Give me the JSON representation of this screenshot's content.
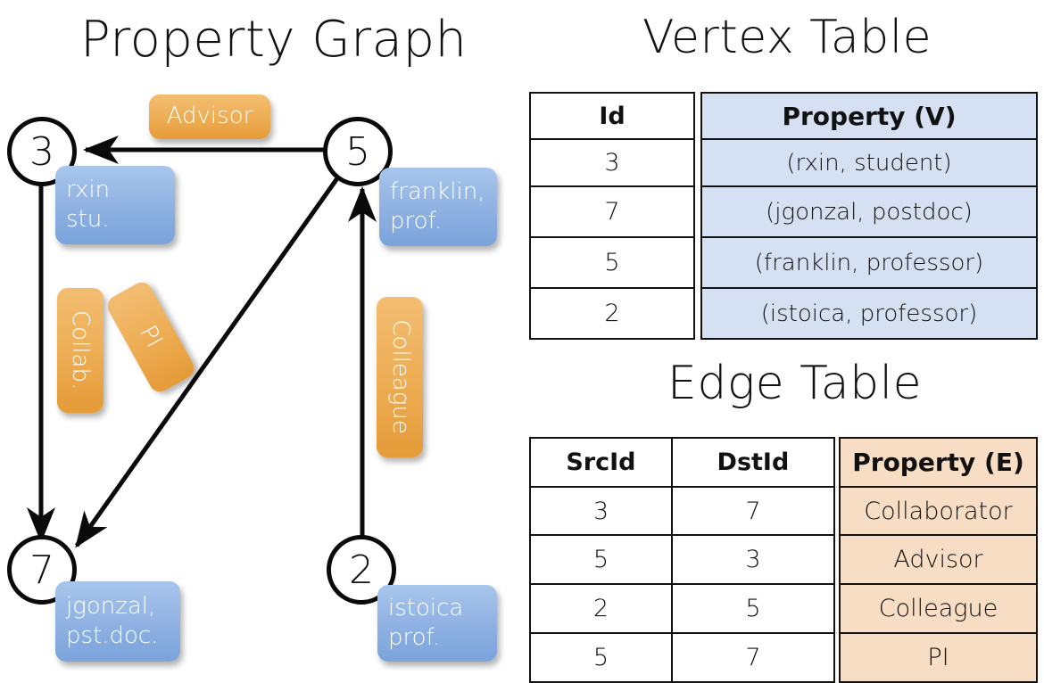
{
  "titles": {
    "graph": "Property Graph",
    "vertex_table": "Vertex Table",
    "edge_table": "Edge Table"
  },
  "graph": {
    "nodes": [
      {
        "id": "3",
        "property_lines": [
          "rxin",
          "stu."
        ]
      },
      {
        "id": "5",
        "property_lines": [
          "franklin,",
          "prof."
        ]
      },
      {
        "id": "7",
        "property_lines": [
          "jgonzal,",
          "pst.doc."
        ]
      },
      {
        "id": "2",
        "property_lines": [
          "istoica",
          "prof."
        ]
      }
    ],
    "edge_labels": [
      {
        "label": "Advisor",
        "src": "5",
        "dst": "3",
        "orientation": "horizontal"
      },
      {
        "label": "Collab.",
        "src": "3",
        "dst": "7",
        "orientation": "vertical"
      },
      {
        "label": "PI",
        "src": "5",
        "dst": "7",
        "orientation": "diagonal"
      },
      {
        "label": "Colleague",
        "src": "2",
        "dst": "5",
        "orientation": "vertical"
      }
    ]
  },
  "vertex_table": {
    "headers": [
      "Id",
      "Property (V)"
    ],
    "rows": [
      [
        "3",
        "(rxin, student)"
      ],
      [
        "7",
        "(jgonzal, postdoc)"
      ],
      [
        "5",
        "(franklin, professor)"
      ],
      [
        "2",
        "(istoica, professor)"
      ]
    ]
  },
  "edge_table": {
    "headers": [
      "SrcId",
      "DstId",
      "Property (E)"
    ],
    "rows": [
      [
        "3",
        "7",
        "Collaborator"
      ],
      [
        "5",
        "3",
        "Advisor"
      ],
      [
        "2",
        "5",
        "Colleague"
      ],
      [
        "5",
        "7",
        "PI"
      ]
    ]
  },
  "colors": {
    "node_stroke": "#0a0a0a",
    "vertex_property_fill": "#d5e0f2",
    "edge_property_fill": "#f6ddc4",
    "node_box_blue": "#93b4e4",
    "edge_badge_orange": "#eeae56",
    "background": "#ffffff"
  }
}
